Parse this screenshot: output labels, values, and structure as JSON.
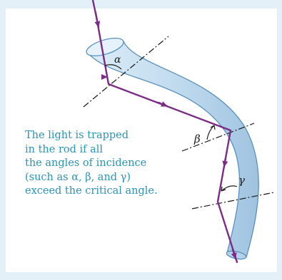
{
  "caption": {
    "lines": [
      "The light is trapped",
      "in the rod if all",
      "the angles of incidence",
      "(such as α, β, and γ)",
      "exceed the critical angle."
    ]
  },
  "angle_labels": {
    "alpha": "α",
    "beta": "β",
    "gamma": "γ"
  },
  "colors": {
    "background": "#e3f0f8",
    "panel": "#ffffff",
    "rod_fill": "#cfe5f4",
    "rod_edge": "#5a90bd",
    "light_ray": "#7b2d86",
    "caption_text": "#2b93b8",
    "normal_lines": "#1a1a1a"
  }
}
